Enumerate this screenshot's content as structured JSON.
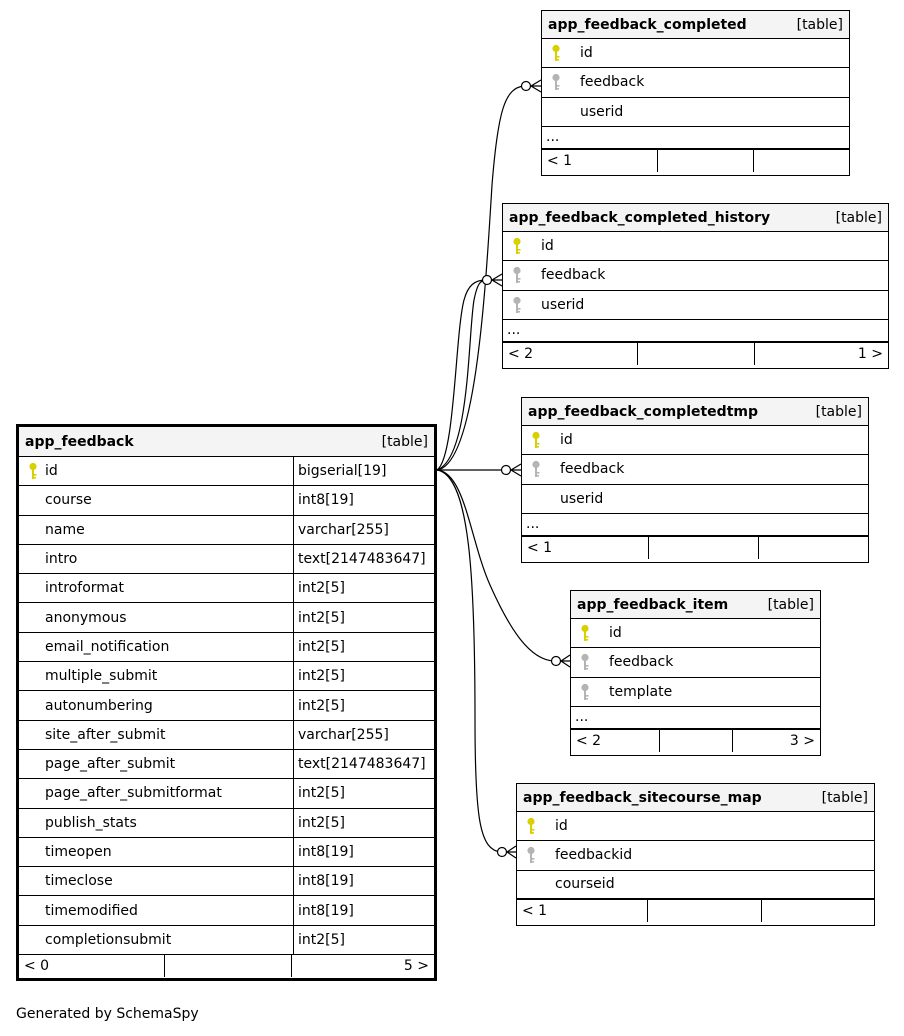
{
  "colors": {
    "primary_key": "#d8d000",
    "foreign_key": "#b4b4b4",
    "header_bg": "#f4f4f4",
    "line": "#000000"
  },
  "icons": {
    "primary_key": "key-icon",
    "foreign_key": "key-icon"
  },
  "main": {
    "name": "app_feedback",
    "kind": "[table]",
    "columns": [
      {
        "name": "id",
        "type": "bigserial[19]"
      },
      {
        "name": "course",
        "type": "int8[19]"
      },
      {
        "name": "name",
        "type": "varchar[255]"
      },
      {
        "name": "intro",
        "type": "text[2147483647]"
      },
      {
        "name": "introformat",
        "type": "int2[5]"
      },
      {
        "name": "anonymous",
        "type": "int2[5]"
      },
      {
        "name": "email_notification",
        "type": "int2[5]"
      },
      {
        "name": "multiple_submit",
        "type": "int2[5]"
      },
      {
        "name": "autonumbering",
        "type": "int2[5]"
      },
      {
        "name": "site_after_submit",
        "type": "varchar[255]"
      },
      {
        "name": "page_after_submit",
        "type": "text[2147483647]"
      },
      {
        "name": "page_after_submitformat",
        "type": "int2[5]"
      },
      {
        "name": "publish_stats",
        "type": "int2[5]"
      },
      {
        "name": "timeopen",
        "type": "int8[19]"
      },
      {
        "name": "timeclose",
        "type": "int8[19]"
      },
      {
        "name": "timemodified",
        "type": "int8[19]"
      },
      {
        "name": "completionsubmit",
        "type": "int2[5]"
      }
    ],
    "footer": {
      "parents": "< 0",
      "mid": "",
      "children": "5 >"
    }
  },
  "related": [
    {
      "name": "app_feedback_completed",
      "kind": "[table]",
      "columns": [
        "id",
        "feedback",
        "userid"
      ],
      "ellipsis": "...",
      "footer": {
        "parents": "< 1",
        "mid": "",
        "children": ""
      }
    },
    {
      "name": "app_feedback_completed_history",
      "kind": "[table]",
      "columns": [
        "id",
        "feedback",
        "userid"
      ],
      "ellipsis": "...",
      "footer": {
        "parents": "< 2",
        "mid": "",
        "children": "1 >"
      }
    },
    {
      "name": "app_feedback_completedtmp",
      "kind": "[table]",
      "columns": [
        "id",
        "feedback",
        "userid"
      ],
      "ellipsis": "...",
      "footer": {
        "parents": "< 1",
        "mid": "",
        "children": ""
      }
    },
    {
      "name": "app_feedback_item",
      "kind": "[table]",
      "columns": [
        "id",
        "feedback",
        "template"
      ],
      "ellipsis": "...",
      "footer": {
        "parents": "< 2",
        "mid": "",
        "children": "3 >"
      }
    },
    {
      "name": "app_feedback_sitecourse_map",
      "kind": "[table]",
      "columns": [
        "id",
        "feedbackid",
        "courseid"
      ],
      "ellipsis": "",
      "footer": {
        "parents": "< 1",
        "mid": "",
        "children": ""
      }
    }
  ],
  "footer_text": "Generated by SchemaSpy"
}
